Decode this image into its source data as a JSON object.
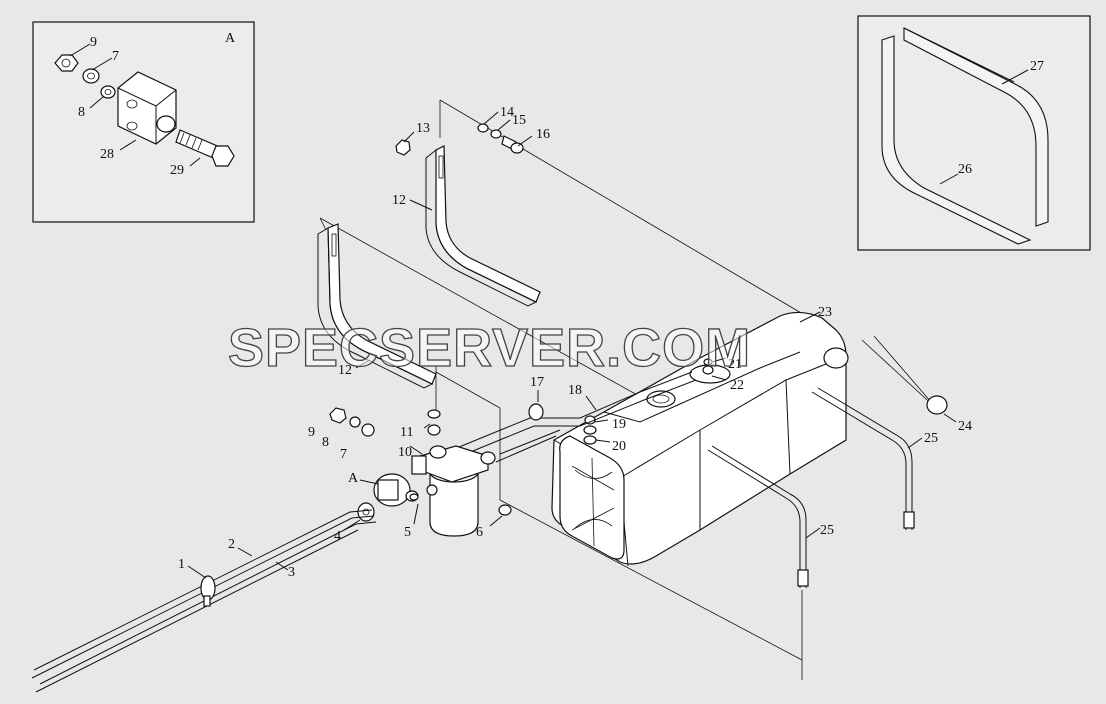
{
  "inset_detail": {
    "label": "A",
    "callouts": [
      "9",
      "7",
      "8",
      "28",
      "29"
    ]
  },
  "inset_straps": {
    "callouts": [
      "27",
      "26"
    ]
  },
  "main_callouts": [
    "13",
    "14",
    "15",
    "16",
    "12",
    "12",
    "23",
    "21",
    "22",
    "17",
    "18",
    "19",
    "20",
    "11",
    "9",
    "8",
    "7",
    "10",
    "A",
    "4",
    "5",
    "6",
    "24",
    "25",
    "25",
    "1",
    "2",
    "3"
  ],
  "watermark": "SPECSERVER.COM"
}
